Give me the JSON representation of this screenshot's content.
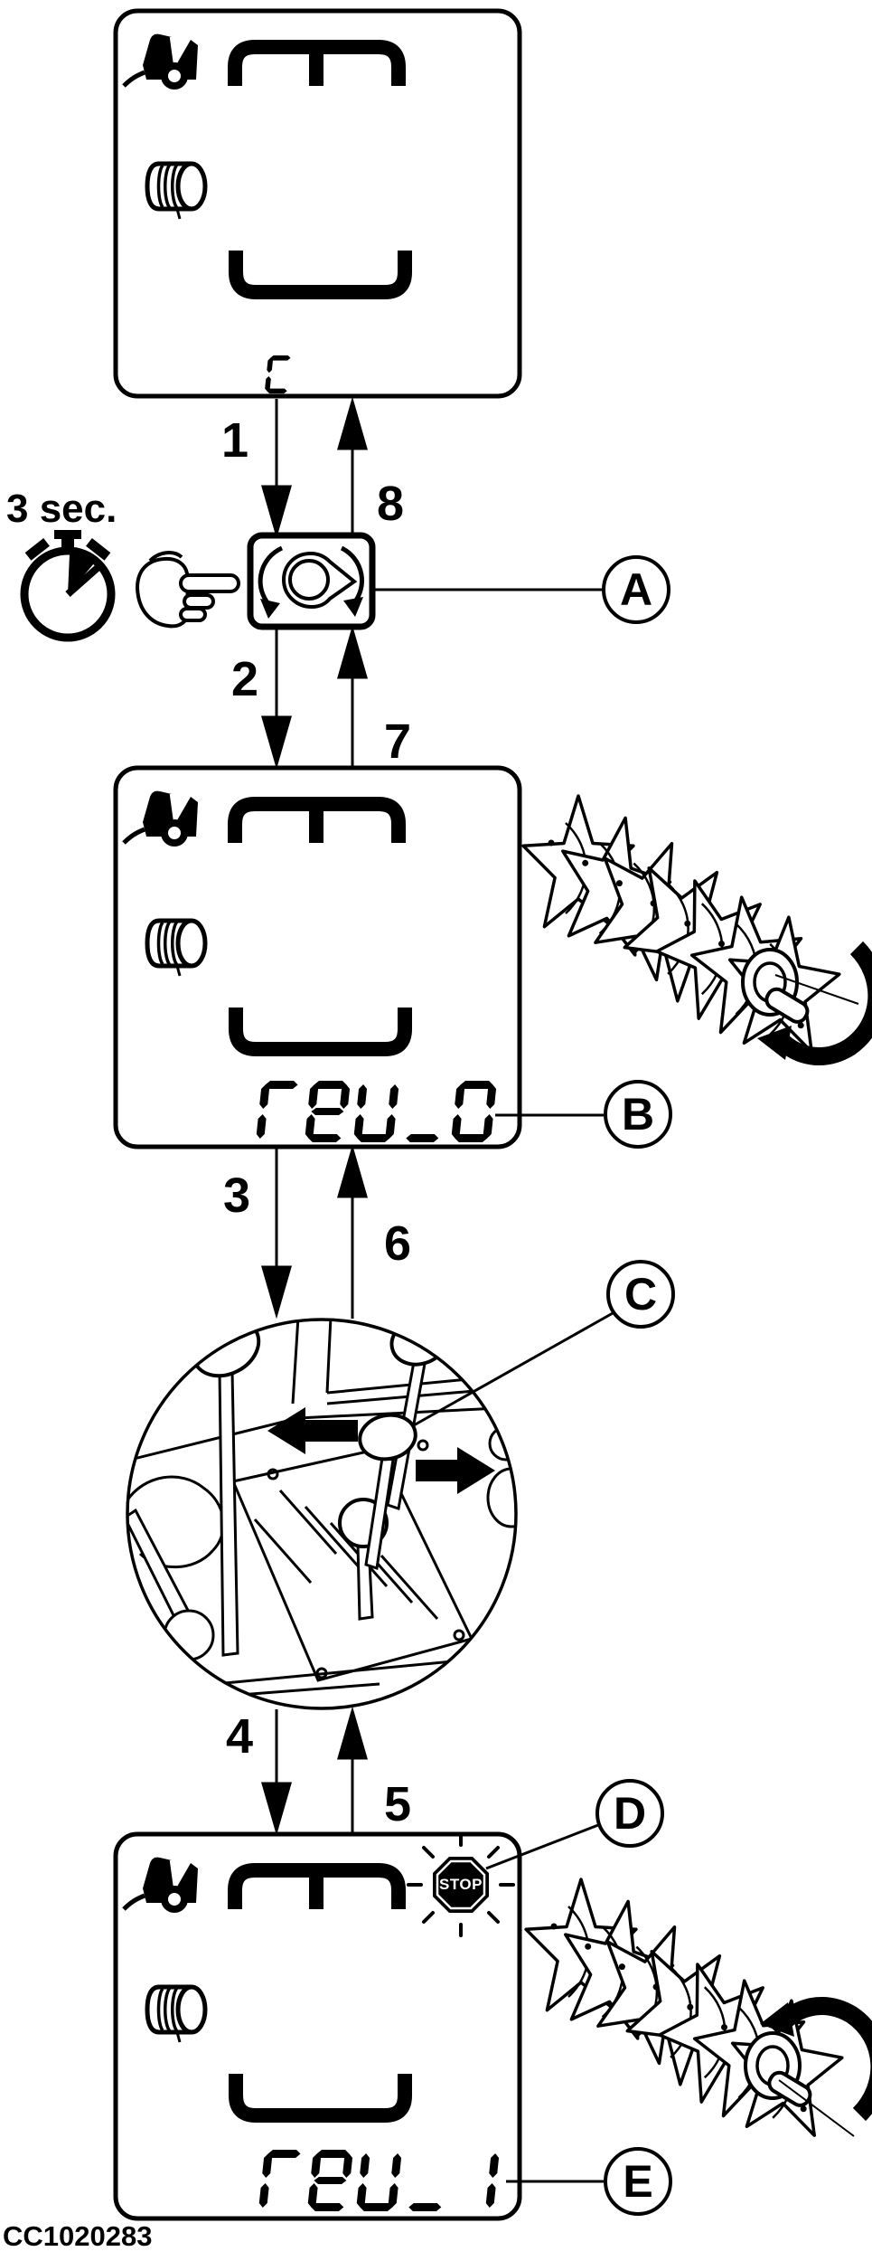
{
  "figure": {
    "code": "CC1020283"
  },
  "timer": {
    "label": "3 sec."
  },
  "steps": {
    "s1": "1",
    "s2": "2",
    "s3": "3",
    "s4": "4",
    "s5": "5",
    "s6": "6",
    "s7": "7",
    "s8": "8"
  },
  "callouts": {
    "A": "A",
    "B": "B",
    "C": "C",
    "D": "D",
    "E": "E"
  },
  "displays": {
    "initial": {
      "value": "c"
    },
    "reverse_off": {
      "value": "rev_0"
    },
    "reverse_on": {
      "value": "rev_1"
    }
  },
  "stop_sign": {
    "label": "STOP"
  },
  "icons": {
    "wagon-icon": "loader-wagon silhouette with wheel",
    "bale-icon": "rolled bale / cylinder",
    "body-outline-top-icon": "lcd top bracket with divider",
    "body-outline-bottom-icon": "lcd bottom bracket",
    "stopwatch-icon": "stopwatch with filled sector",
    "pointing-hand-icon": "hand pressing button",
    "rotor-reverse-button-icon": "rotor with two rotation arrows",
    "chopping-rotor-icon": "spiked chopping rotor with rotation arrow",
    "gear-levers-icon": "control levers detail in circle",
    "stop-icon": "flashing STOP octagon"
  },
  "colors": {
    "ink": "#000000",
    "paper": "#ffffff"
  }
}
